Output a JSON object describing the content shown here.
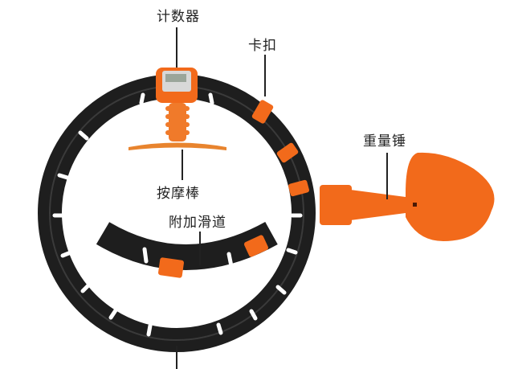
{
  "diagram": {
    "subject": "smart hula hoop product diagram",
    "colors": {
      "ring": "#1e1e1e",
      "accent": "#f26a1b",
      "background": "#ffffff"
    },
    "labels": [
      {
        "id": "counter",
        "text": "计数器"
      },
      {
        "id": "buckle",
        "text": "卡扣"
      },
      {
        "id": "weight",
        "text": "重量锤"
      },
      {
        "id": "massager",
        "text": "按摩棒"
      },
      {
        "id": "extra-track",
        "text": "附加滑道"
      }
    ]
  }
}
